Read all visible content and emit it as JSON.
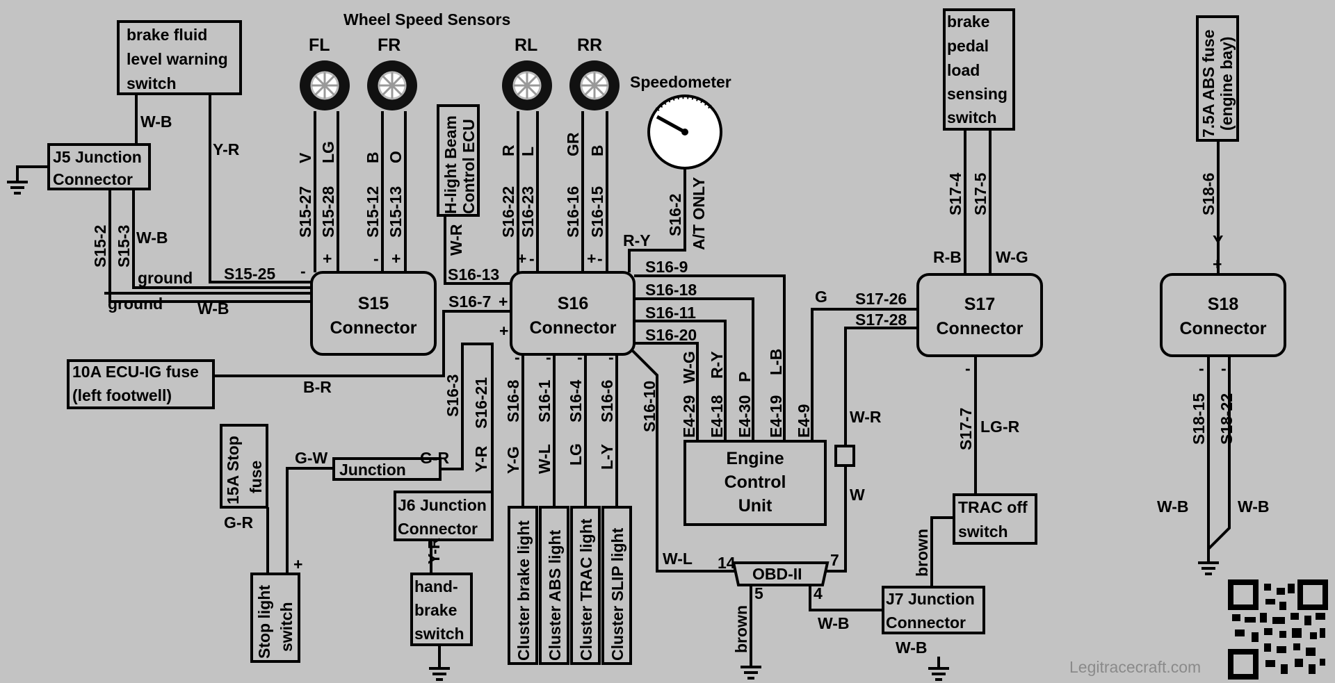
{
  "title": "Wheel Speed Sensors",
  "wheels": [
    {
      "id": "fl",
      "label": "FL"
    },
    {
      "id": "fr",
      "label": "FR"
    },
    {
      "id": "rl",
      "label": "RL"
    },
    {
      "id": "rr",
      "label": "RR"
    }
  ],
  "speedometer": {
    "label": "Speedometer",
    "note": "A/T ONLY"
  },
  "boxes": {
    "brake_fluid": [
      "brake fluid",
      "level warning",
      "switch"
    ],
    "j5": [
      "J5 Junction",
      "Connector"
    ],
    "hlight": [
      "H-light Beam",
      "Control ECU"
    ],
    "brake_pedal": [
      "brake",
      "pedal",
      "load",
      "sensing",
      "switch"
    ],
    "abs_fuse": [
      "7.5A ABS fuse",
      "(engine bay)"
    ],
    "s15": [
      "S15",
      "Connector"
    ],
    "s16": [
      "S16",
      "Connector"
    ],
    "s17": [
      "S17",
      "Connector"
    ],
    "s18": [
      "S18",
      "Connector"
    ],
    "ecu_fuse": [
      "10A ECU-IG fuse",
      "(left footwell)"
    ],
    "stop_fuse": [
      "15A Stop",
      "fuse"
    ],
    "junction": [
      "Junction"
    ],
    "j6": [
      "J6 Junction",
      "Connector"
    ],
    "handbrake": [
      "hand-",
      "brake",
      "switch"
    ],
    "stop_switch": [
      "Stop light",
      "switch"
    ],
    "ecu": [
      "Engine",
      "Control",
      "Unit"
    ],
    "trac_switch": [
      "TRAC off",
      "switch"
    ],
    "j7": [
      "J7 Junction",
      "Connector"
    ],
    "obd": [
      "OBD-II"
    ]
  },
  "cluster_lights": [
    "Cluster brake light",
    "Cluster ABS light",
    "Cluster TRAC light",
    "Cluster SLIP light"
  ],
  "labels": {
    "wb": "W-B",
    "yr": "Y-R",
    "ground": "ground",
    "v": "V",
    "lg": "LG",
    "b": "B",
    "o": "O",
    "r": "R",
    "l": "L",
    "gr": "GR",
    "wr": "W-R",
    "ry": "R-Y",
    "rb": "R-B",
    "wg": "W-G",
    "y": "Y",
    "plus": "+",
    "minus": "-",
    "br": "B-R",
    "g": "G",
    "gw": "G-W",
    "gr2": "G-R",
    "yg": "Y-G",
    "wl": "W-L",
    "ly": "L-Y",
    "p": "P",
    "lb": "L-B",
    "w": "W",
    "lgr": "LG-R",
    "brown": "brown",
    "n14": "14",
    "n7": "7",
    "n5": "5",
    "n4": "4",
    "s15_2": "S15-2",
    "s15_3": "S15-3",
    "s15_25": "S15-25",
    "s15_27": "S15-27",
    "s15_28": "S15-28",
    "s15_12": "S15-12",
    "s15_13": "S15-13",
    "s16_22": "S16-22",
    "s16_23": "S16-23",
    "s16_16": "S16-16",
    "s16_15": "S16-15",
    "s16_2": "S16-2",
    "s16_13": "S16-13",
    "s16_7": "S16-7",
    "s16_9": "S16-9",
    "s16_18": "S16-18",
    "s16_11": "S16-11",
    "s16_20": "S16-20",
    "s16_3": "S16-3",
    "s16_21": "S16-21",
    "s16_8": "S16-8",
    "s16_1": "S16-1",
    "s16_4": "S16-4",
    "s16_6": "S16-6",
    "s16_10": "S16-10",
    "e4_29": "E4-29",
    "e4_18": "E4-18",
    "e4_30": "E4-30",
    "e4_19": "E4-19",
    "e4_9": "E4-9",
    "s17_4": "S17-4",
    "s17_5": "S17-5",
    "s17_26": "S17-26",
    "s17_28": "S17-28",
    "s17_7": "S17-7",
    "s18_6": "S18-6",
    "s18_15": "S18-15",
    "s18_22": "S18-22"
  },
  "watermark": "Legitracecraft.com",
  "colors": {
    "background": "#c3c3c3",
    "ink": "#000000",
    "tire": "#111111",
    "hub": "#ffffff"
  }
}
